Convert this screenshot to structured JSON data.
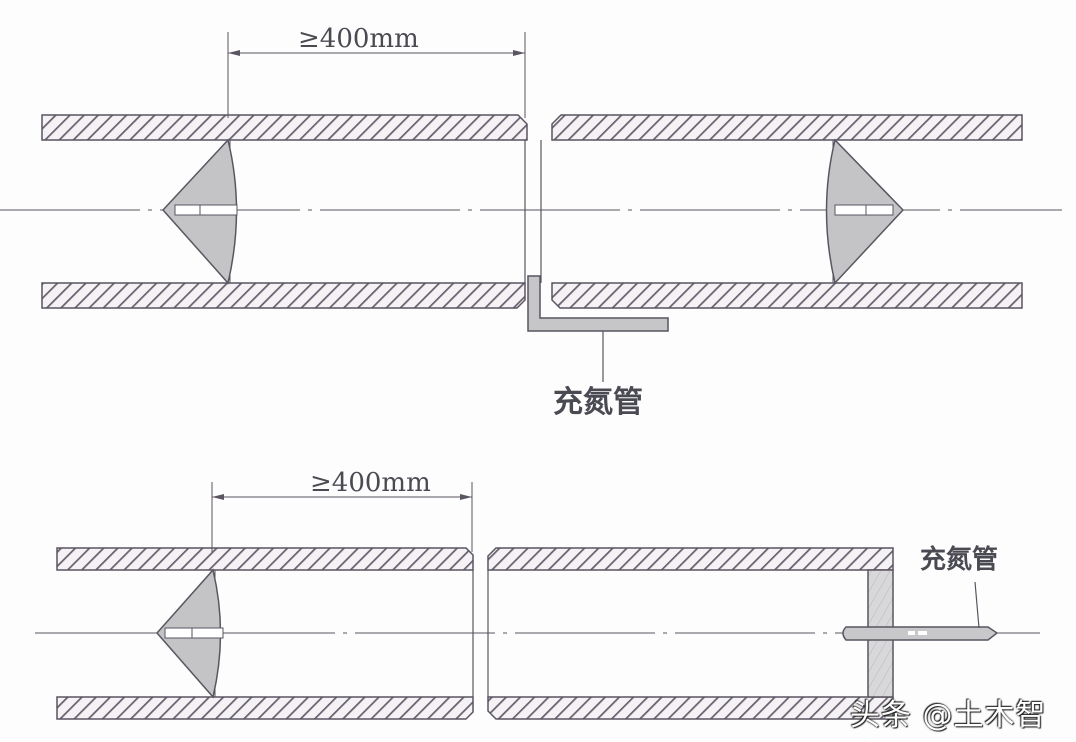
{
  "diagram": {
    "top": {
      "dimension_label": "≥400mm",
      "callout_label": "充氮管"
    },
    "bottom": {
      "dimension_label": "≥400mm",
      "callout_label": "充氮管"
    }
  },
  "watermark": "头条 @土木智库",
  "colors": {
    "line": "#5a5560",
    "hatch": "#6a6070",
    "fill": "#cfcfd2",
    "plug": "#c4c4c6"
  }
}
